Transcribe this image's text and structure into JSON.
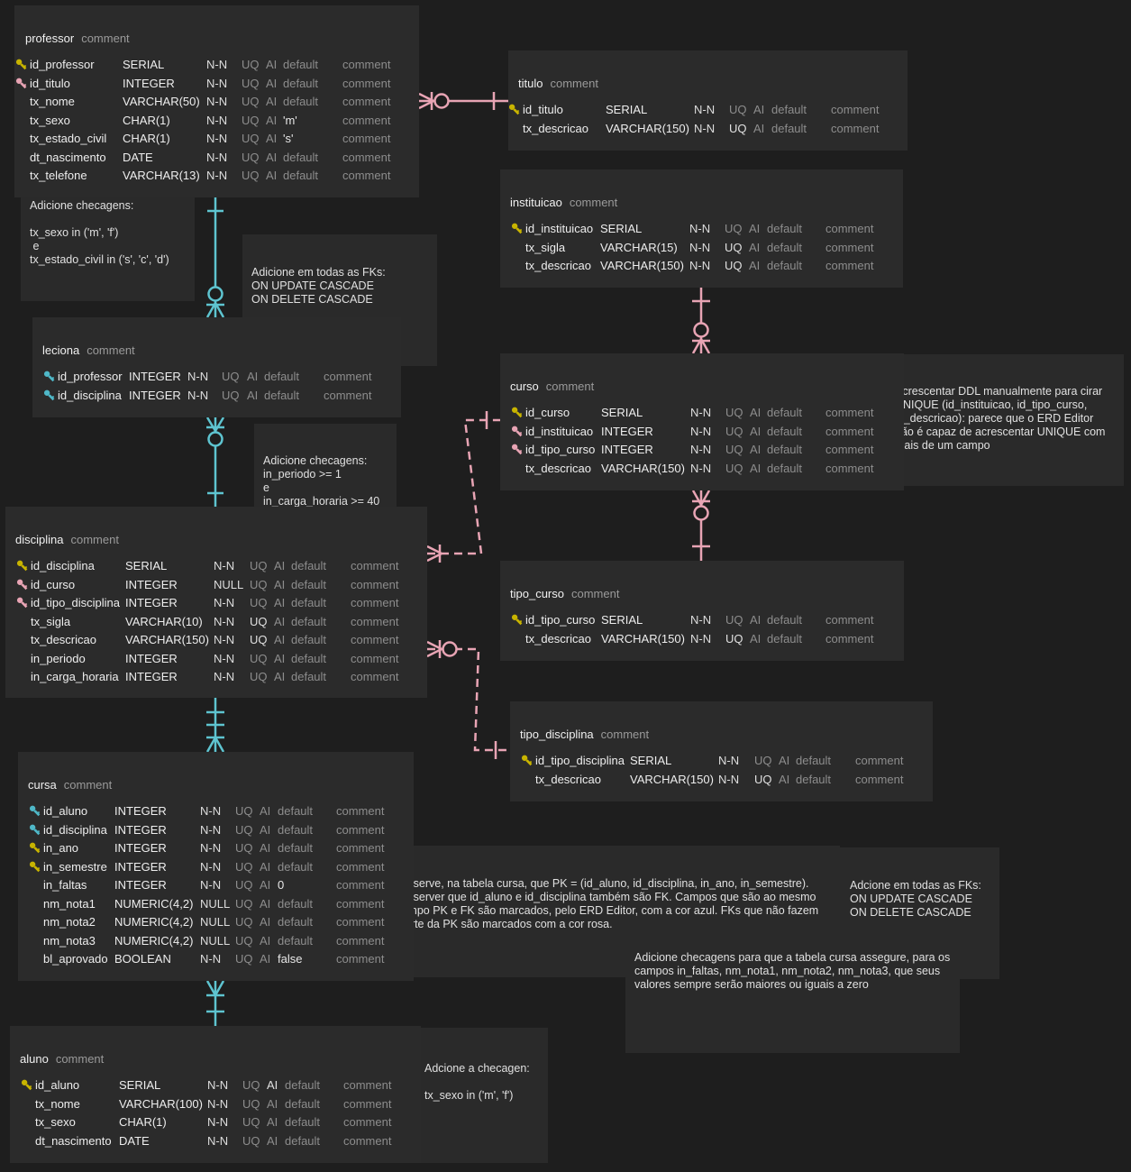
{
  "colors": {
    "pk": "#c8b400",
    "fk": "#e8a4b4",
    "pkfk": "#4fb8c8",
    "rel_teal": "#5ec4d0",
    "rel_pink": "#e8a4b4"
  },
  "flags": {
    "uq": "UQ",
    "ai": "AI"
  },
  "tables": {
    "professor": {
      "name": "professor",
      "comment": "comment",
      "columns": [
        {
          "name": "id_professor",
          "type": "SERIAL",
          "null": "N-N",
          "uq": false,
          "ai": false,
          "default": "default",
          "comment": "comment",
          "key": "pk"
        },
        {
          "name": "id_titulo",
          "type": "INTEGER",
          "null": "N-N",
          "uq": false,
          "ai": false,
          "default": "default",
          "comment": "comment",
          "key": "fk"
        },
        {
          "name": "tx_nome",
          "type": "VARCHAR(50)",
          "null": "N-N",
          "uq": false,
          "ai": false,
          "default": "default",
          "comment": "comment",
          "key": ""
        },
        {
          "name": "tx_sexo",
          "type": "CHAR(1)",
          "null": "N-N",
          "uq": false,
          "ai": false,
          "default": "'m'",
          "comment": "comment",
          "key": ""
        },
        {
          "name": "tx_estado_civil",
          "type": "CHAR(1)",
          "null": "N-N",
          "uq": false,
          "ai": false,
          "default": "'s'",
          "comment": "comment",
          "key": ""
        },
        {
          "name": "dt_nascimento",
          "type": "DATE",
          "null": "N-N",
          "uq": false,
          "ai": false,
          "default": "default",
          "comment": "comment",
          "key": ""
        },
        {
          "name": "tx_telefone",
          "type": "VARCHAR(13)",
          "null": "N-N",
          "uq": false,
          "ai": false,
          "default": "default",
          "comment": "comment",
          "key": ""
        }
      ]
    },
    "titulo": {
      "name": "titulo",
      "comment": "comment",
      "columns": [
        {
          "name": "id_titulo",
          "type": "SERIAL",
          "null": "N-N",
          "uq": false,
          "ai": false,
          "default": "default",
          "comment": "comment",
          "key": "pk"
        },
        {
          "name": "tx_descricao",
          "type": "VARCHAR(150)",
          "null": "N-N",
          "uq": true,
          "ai": false,
          "default": "default",
          "comment": "comment",
          "key": ""
        }
      ]
    },
    "instituicao": {
      "name": "instituicao",
      "comment": "comment",
      "columns": [
        {
          "name": "id_instituicao",
          "type": "SERIAL",
          "null": "N-N",
          "uq": false,
          "ai": false,
          "default": "default",
          "comment": "comment",
          "key": "pk"
        },
        {
          "name": "tx_sigla",
          "type": "VARCHAR(15)",
          "null": "N-N",
          "uq": true,
          "ai": false,
          "default": "default",
          "comment": "comment",
          "key": ""
        },
        {
          "name": "tx_descricao",
          "type": "VARCHAR(150)",
          "null": "N-N",
          "uq": true,
          "ai": false,
          "default": "default",
          "comment": "comment",
          "key": ""
        }
      ]
    },
    "leciona": {
      "name": "leciona",
      "comment": "comment",
      "columns": [
        {
          "name": "id_professor",
          "type": "INTEGER",
          "null": "N-N",
          "uq": false,
          "ai": false,
          "default": "default",
          "comment": "comment",
          "key": "pkfk"
        },
        {
          "name": "id_disciplina",
          "type": "INTEGER",
          "null": "N-N",
          "uq": false,
          "ai": false,
          "default": "default",
          "comment": "comment",
          "key": "pkfk"
        }
      ]
    },
    "curso": {
      "name": "curso",
      "comment": "comment",
      "columns": [
        {
          "name": "id_curso",
          "type": "SERIAL",
          "null": "N-N",
          "uq": false,
          "ai": false,
          "default": "default",
          "comment": "comment",
          "key": "pk"
        },
        {
          "name": "id_instituicao",
          "type": "INTEGER",
          "null": "N-N",
          "uq": false,
          "ai": false,
          "default": "default",
          "comment": "comment",
          "key": "fk"
        },
        {
          "name": "id_tipo_curso",
          "type": "INTEGER",
          "null": "N-N",
          "uq": false,
          "ai": false,
          "default": "default",
          "comment": "comment",
          "key": "fk"
        },
        {
          "name": "tx_descricao",
          "type": "VARCHAR(150)",
          "null": "N-N",
          "uq": false,
          "ai": false,
          "default": "default",
          "comment": "comment",
          "key": ""
        }
      ]
    },
    "disciplina": {
      "name": "disciplina",
      "comment": "comment",
      "columns": [
        {
          "name": "id_disciplina",
          "type": "SERIAL",
          "null": "N-N",
          "uq": false,
          "ai": false,
          "default": "default",
          "comment": "comment",
          "key": "pk"
        },
        {
          "name": "id_curso",
          "type": "INTEGER",
          "null": "NULL",
          "uq": false,
          "ai": false,
          "default": "default",
          "comment": "comment",
          "key": "fk"
        },
        {
          "name": "id_tipo_disciplina",
          "type": "INTEGER",
          "null": "N-N",
          "uq": false,
          "ai": false,
          "default": "default",
          "comment": "comment",
          "key": "fk"
        },
        {
          "name": "tx_sigla",
          "type": "VARCHAR(10)",
          "null": "N-N",
          "uq": true,
          "ai": false,
          "default": "default",
          "comment": "comment",
          "key": ""
        },
        {
          "name": "tx_descricao",
          "type": "VARCHAR(150)",
          "null": "N-N",
          "uq": true,
          "ai": false,
          "default": "default",
          "comment": "comment",
          "key": ""
        },
        {
          "name": "in_periodo",
          "type": "INTEGER",
          "null": "N-N",
          "uq": false,
          "ai": false,
          "default": "default",
          "comment": "comment",
          "key": ""
        },
        {
          "name": "in_carga_horaria",
          "type": "INTEGER",
          "null": "N-N",
          "uq": false,
          "ai": false,
          "default": "default",
          "comment": "comment",
          "key": ""
        }
      ]
    },
    "tipo_curso": {
      "name": "tipo_curso",
      "comment": "comment",
      "columns": [
        {
          "name": "id_tipo_curso",
          "type": "SERIAL",
          "null": "N-N",
          "uq": false,
          "ai": false,
          "default": "default",
          "comment": "comment",
          "key": "pk"
        },
        {
          "name": "tx_descricao",
          "type": "VARCHAR(150)",
          "null": "N-N",
          "uq": true,
          "ai": false,
          "default": "default",
          "comment": "comment",
          "key": ""
        }
      ]
    },
    "tipo_disciplina": {
      "name": "tipo_disciplina",
      "comment": "comment",
      "columns": [
        {
          "name": "id_tipo_disciplina",
          "type": "SERIAL",
          "null": "N-N",
          "uq": false,
          "ai": false,
          "default": "default",
          "comment": "comment",
          "key": "pk"
        },
        {
          "name": "tx_descricao",
          "type": "VARCHAR(150)",
          "null": "N-N",
          "uq": true,
          "ai": false,
          "default": "default",
          "comment": "comment",
          "key": ""
        }
      ]
    },
    "cursa": {
      "name": "cursa",
      "comment": "comment",
      "columns": [
        {
          "name": "id_aluno",
          "type": "INTEGER",
          "null": "N-N",
          "uq": false,
          "ai": false,
          "default": "default",
          "comment": "comment",
          "key": "pkfk"
        },
        {
          "name": "id_disciplina",
          "type": "INTEGER",
          "null": "N-N",
          "uq": false,
          "ai": false,
          "default": "default",
          "comment": "comment",
          "key": "pkfk"
        },
        {
          "name": "in_ano",
          "type": "INTEGER",
          "null": "N-N",
          "uq": false,
          "ai": false,
          "default": "default",
          "comment": "comment",
          "key": "pk"
        },
        {
          "name": "in_semestre",
          "type": "INTEGER",
          "null": "N-N",
          "uq": false,
          "ai": false,
          "default": "default",
          "comment": "comment",
          "key": "pk"
        },
        {
          "name": "in_faltas",
          "type": "INTEGER",
          "null": "N-N",
          "uq": false,
          "ai": false,
          "default": "0",
          "comment": "comment",
          "key": ""
        },
        {
          "name": "nm_nota1",
          "type": "NUMERIC(4,2)",
          "null": "NULL",
          "uq": false,
          "ai": false,
          "default": "default",
          "comment": "comment",
          "key": ""
        },
        {
          "name": "nm_nota2",
          "type": "NUMERIC(4,2)",
          "null": "NULL",
          "uq": false,
          "ai": false,
          "default": "default",
          "comment": "comment",
          "key": ""
        },
        {
          "name": "nm_nota3",
          "type": "NUMERIC(4,2)",
          "null": "NULL",
          "uq": false,
          "ai": false,
          "default": "default",
          "comment": "comment",
          "key": ""
        },
        {
          "name": "bl_aprovado",
          "type": "BOOLEAN",
          "null": "N-N",
          "uq": false,
          "ai": false,
          "default": "false",
          "comment": "comment",
          "key": ""
        }
      ]
    },
    "aluno": {
      "name": "aluno",
      "comment": "comment",
      "columns": [
        {
          "name": "id_aluno",
          "type": "SERIAL",
          "null": "N-N",
          "uq": false,
          "ai": true,
          "default": "default",
          "comment": "comment",
          "key": "pk"
        },
        {
          "name": "tx_nome",
          "type": "VARCHAR(100)",
          "null": "N-N",
          "uq": false,
          "ai": false,
          "default": "default",
          "comment": "comment",
          "key": ""
        },
        {
          "name": "tx_sexo",
          "type": "CHAR(1)",
          "null": "N-N",
          "uq": false,
          "ai": false,
          "default": "default",
          "comment": "comment",
          "key": ""
        },
        {
          "name": "dt_nascimento",
          "type": "DATE",
          "null": "N-N",
          "uq": false,
          "ai": false,
          "default": "default",
          "comment": "comment",
          "key": ""
        }
      ]
    }
  },
  "notes": {
    "checks_professor": "Adicione checagens:\n\ntx_sexo in ('m', 'f')\n e\ntx_estado_civil in ('s', 'c', 'd')",
    "fks_cascade_1": "Adicione em todas as FKs:\nON UPDATE CASCADE\nON DELETE CASCADE",
    "checks_disciplina": "Adicione checagens:\nin_periodo >= 1\ne\nin_carga_horaria >= 40",
    "unique_curso": "Acrescentar DDL manualmente para cirar UNIQUE (id_instituicao, id_tipo_curso, tx_descricao): parece que o ERD Editor não é capaz de acrescentar UNIQUE com mais de um campo",
    "pk_cursa": "Observe, na tabela cursa, que PK = (id_aluno, id_disciplina, in_ano, in_semestre). Observer que id_aluno e id_disciplina também são FK. Campos que são ao mesmo tempo PK e FK são marcados, pelo ERD Editor, com a cor azul. FKs que não fazem parte da PK são marcados com a cor rosa.",
    "fks_cascade_2": "Adcione em todas as FKs:\nON UPDATE CASCADE\nON DELETE CASCADE",
    "checks_cursa": "Adicione checagens para que a tabela cursa assegure, para os campos in_faltas, nm_nota1, nm_nota2, nm_nota3, que seus valores sempre serão maiores ou iguais a zero",
    "check_aluno": "Adcione a checagen:\n\ntx_sexo in ('m', 'f')"
  }
}
